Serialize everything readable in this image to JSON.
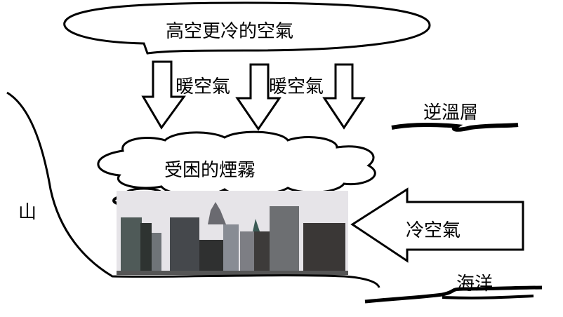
{
  "labels": {
    "cold_air_aloft": "高空更冷的空氣",
    "warm_air_1": "暖空氣",
    "warm_air_2": "暖空氣",
    "inversion_layer": "逆溫層",
    "trapped_smog": "受困的煙霧",
    "mountain": "山",
    "cold_air": "冷空氣",
    "ocean": "海洋"
  }
}
